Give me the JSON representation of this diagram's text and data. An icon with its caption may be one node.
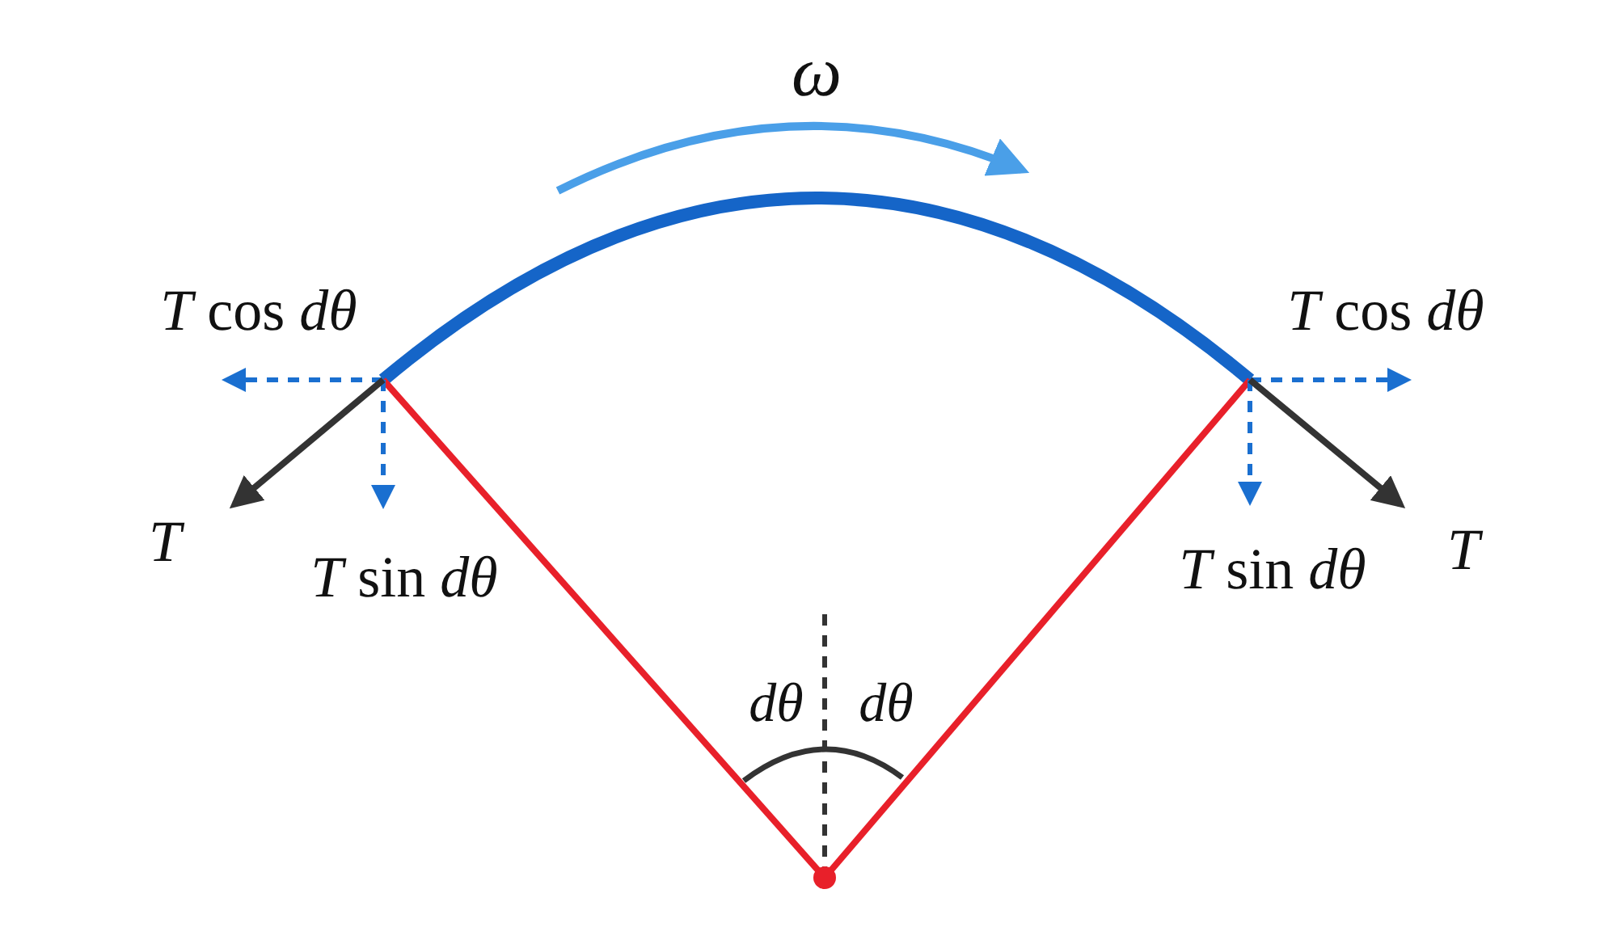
{
  "diagram": {
    "labels": [
      "*ω*",
      "*T* cos *dθ*",
      "*T* cos *dθ*",
      "*T*",
      "*T* sin *dθ*",
      "*T* sin *dθ*",
      "*T*",
      "*dθ*",
      "*dθ*"
    ]
  }
}
